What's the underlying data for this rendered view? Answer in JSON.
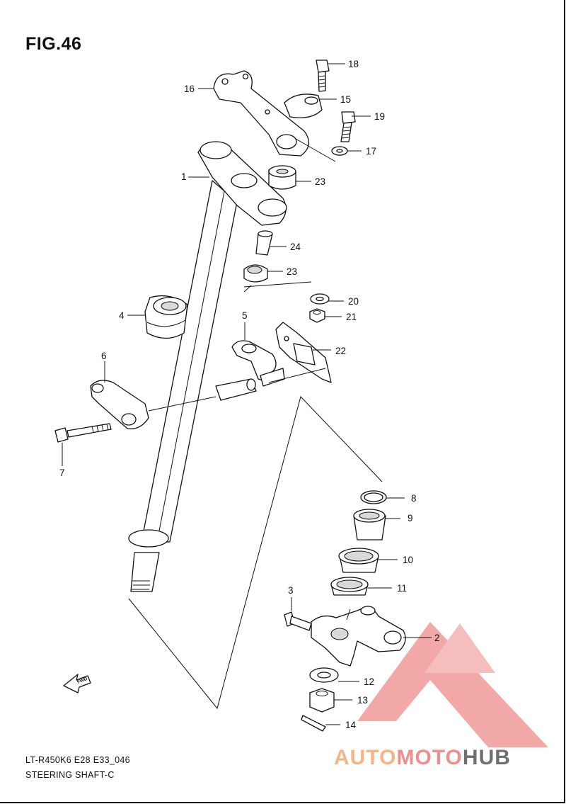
{
  "figure": {
    "title": "FIG.46"
  },
  "callouts": [
    "1",
    "2",
    "3",
    "4",
    "5",
    "6",
    "7",
    "8",
    "9",
    "10",
    "11",
    "12",
    "13",
    "14",
    "15",
    "16",
    "17",
    "18",
    "19",
    "20",
    "21",
    "22",
    "23",
    "23",
    "24"
  ],
  "direction_tag": "FWD",
  "footer": {
    "code": "LT-R450K6 E28 E33_046",
    "caption": "STEERING SHAFT-C"
  },
  "watermark": {
    "part1": "AUTO",
    "part2": "MOTO",
    "part3": "HUB"
  },
  "colors": {
    "watermark_orange": "#f4b486",
    "watermark_red": "#ef8e8e",
    "watermark_gray": "#6f6f6f"
  }
}
